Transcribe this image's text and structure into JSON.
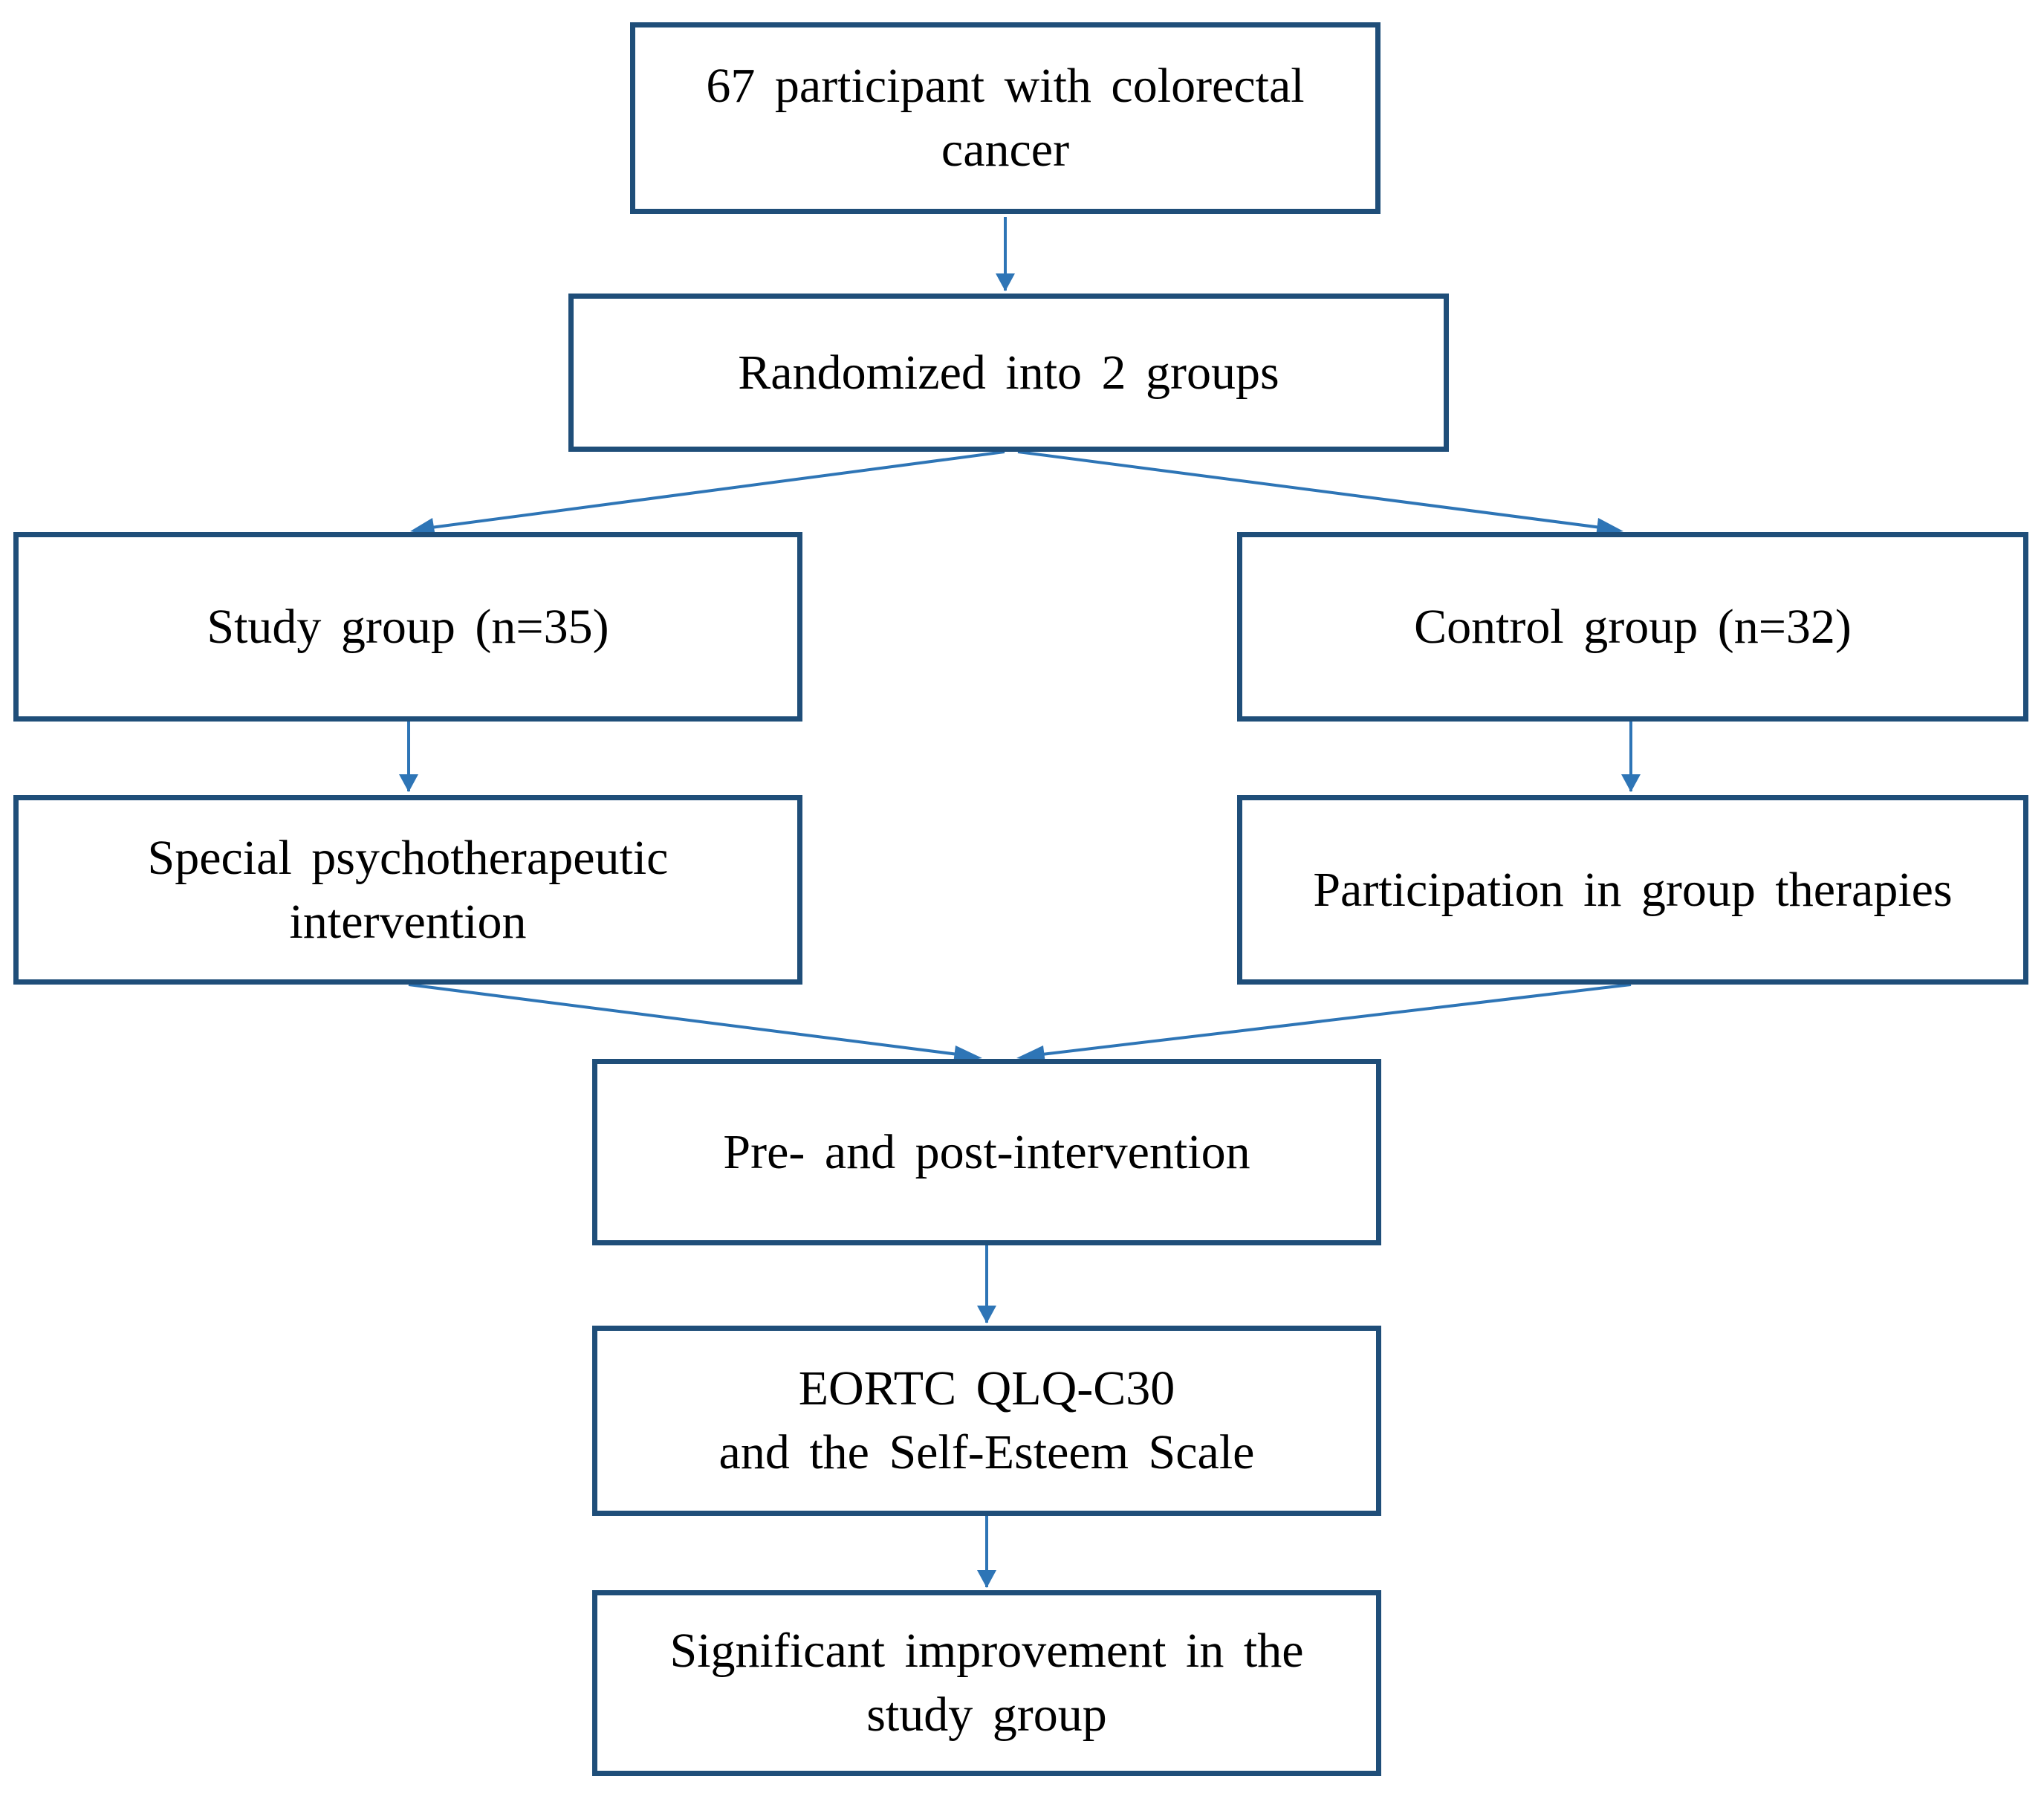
{
  "diagram": {
    "boxes": {
      "participants": "67 participant with colorectal cancer",
      "randomized": "Randomized into 2 groups",
      "study_group": "Study group (n=35)",
      "control_group": "Control group (n=32)",
      "special_intervention": "Special psychotherapeutic intervention",
      "group_therapies": "Participation in group therapies",
      "pre_post": "Pre- and post-intervention",
      "eortc": "EORTC QLQ-C30\nand the Self-Esteem Scale",
      "improvement": "Significant improvement in the study group"
    },
    "colors": {
      "box_border": "#1F4E79",
      "arrow": "#2E75B6",
      "text": "#000000"
    }
  }
}
